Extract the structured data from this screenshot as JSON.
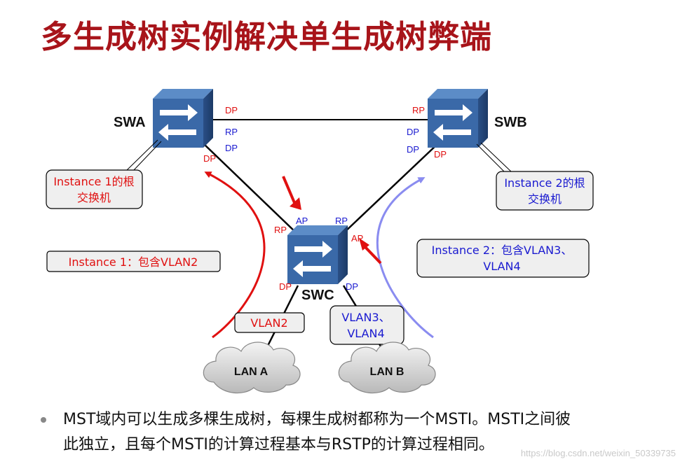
{
  "title": "多生成树实例解决单生成树弊端",
  "switches": {
    "swa": "SWA",
    "swb": "SWB",
    "swc": "SWC"
  },
  "ports": {
    "swa_dp_top": "DP",
    "swa_dp_bottom": "DP",
    "swb_rp_top": "RP",
    "swb_dp_bottom": "DP",
    "swc_rp_red": "RP",
    "swc_ap_blue": "AP",
    "swc_rp_blue": "RP",
    "swc_ap_red": "AP",
    "swc_dp_left": "DP",
    "swc_dp_right": "DP",
    "mid_rp_a": "RP",
    "mid_dp_a": "DP",
    "mid_dp_b1": "DP",
    "mid_dp_b2": "DP"
  },
  "callouts": {
    "instance1_root": [
      "Instance 1的根",
      "交换机"
    ],
    "instance2_root": [
      "Instance 2的根",
      "交换机"
    ],
    "instance1_vlan": "Instance 1：包含VLAN2",
    "instance2_vlan": [
      "Instance 2：包含VLAN3、",
      "VLAN4"
    ],
    "vlan2": "VLAN2",
    "vlan34": [
      "VLAN3、",
      "VLAN4"
    ]
  },
  "lans": {
    "lan_a": "LAN A",
    "lan_b": "LAN B"
  },
  "bullet": {
    "line1": "MST域内可以生成多棵生成树，每棵生成树都称为一个MSTI。MSTI之间彼",
    "line2": "此独立，且每个MSTI的计算过程基本与RSTP的计算过程相同。"
  },
  "watermark": "https://blog.csdn.net/weixin_50339735",
  "colors": {
    "title": "#a8141a",
    "instance1": "#e01010",
    "instance2": "#1a1ad0",
    "switch_body": "#3a69a8"
  }
}
